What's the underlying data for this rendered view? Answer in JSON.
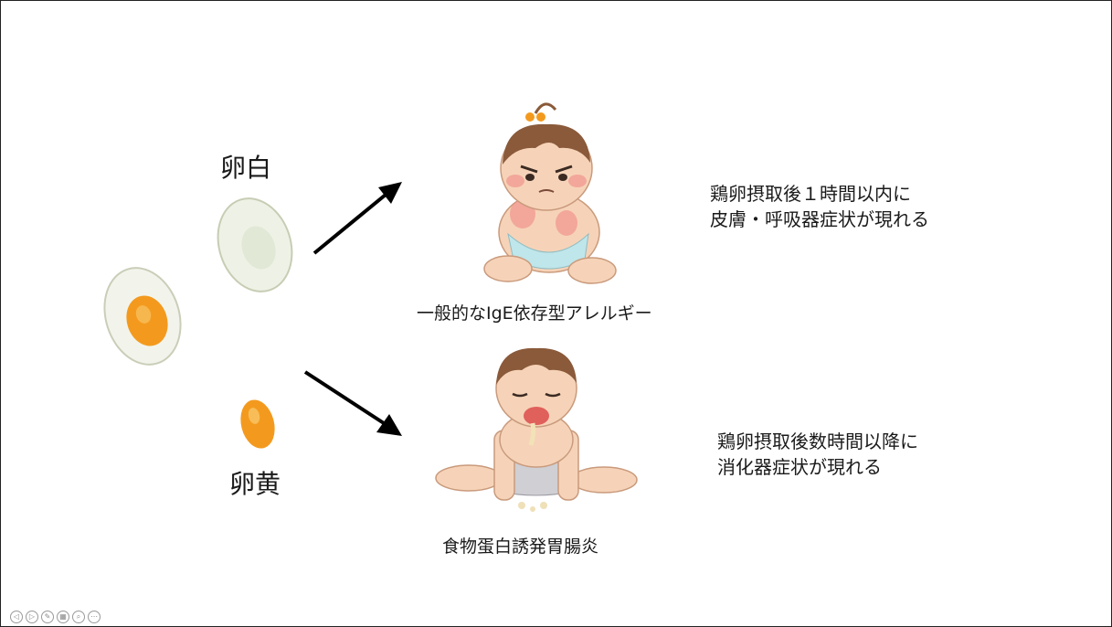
{
  "slide": {
    "label_egg_white": "卵白",
    "label_egg_yolk": "卵黄",
    "caption_ige_allergy": "一般的なIgE依存型アレルギー",
    "caption_fpies": "食物蛋白誘発胃腸炎",
    "desc_ige_line1": "鶏卵摂取後１時間以内に",
    "desc_ige_line2": "皮膚・呼吸器症状が現れる",
    "desc_fpies_line1": "鶏卵摂取後数時間以降に",
    "desc_fpies_line2": "消化器症状が現れる"
  },
  "toolbar": {
    "buttons": [
      {
        "icon": "previous-icon",
        "glyph": "◁"
      },
      {
        "icon": "next-icon",
        "glyph": "▷"
      },
      {
        "icon": "pen-icon",
        "glyph": "✎"
      },
      {
        "icon": "slides-grid-icon",
        "glyph": "▦"
      },
      {
        "icon": "zoom-icon",
        "glyph": "⌕"
      },
      {
        "icon": "more-icon",
        "glyph": "⋯"
      }
    ]
  },
  "colors": {
    "egg_white": "#eef2e6",
    "yolk": "#f39a1e",
    "skin": "#f6d3b8",
    "hair": "#8a5a3a",
    "diaper_blue": "#bfe6ea",
    "diaper_gray": "#cfcfd4"
  }
}
